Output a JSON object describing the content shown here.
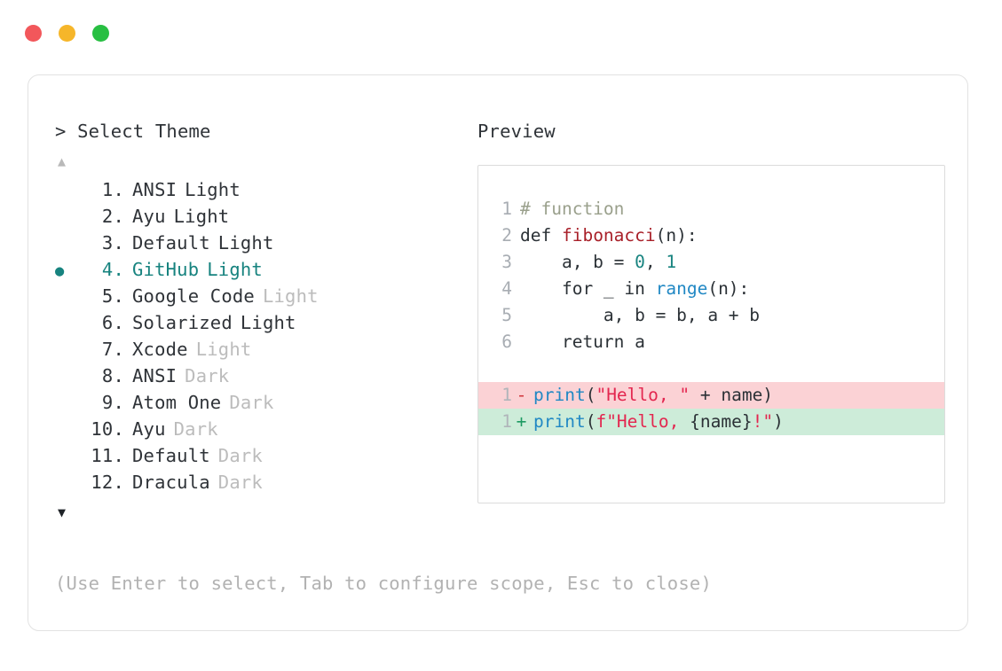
{
  "window": {
    "traffic_lights": [
      {
        "name": "close",
        "color": "#f2575b"
      },
      {
        "name": "minimize",
        "color": "#f6b62a"
      },
      {
        "name": "maximize",
        "color": "#28bf42"
      }
    ]
  },
  "left": {
    "prompt": "> Select Theme",
    "scroll_up": "▲",
    "scroll_down": "▼",
    "selected_index": 4,
    "bullet": "●",
    "items": [
      {
        "num": "1.",
        "name": "ANSI",
        "variant": "Light",
        "variant_muted": false,
        "selected": false
      },
      {
        "num": "2.",
        "name": "Ayu",
        "variant": "Light",
        "variant_muted": false,
        "selected": false
      },
      {
        "num": "3.",
        "name": "Default",
        "variant": "Light",
        "variant_muted": false,
        "selected": false
      },
      {
        "num": "4.",
        "name": "GitHub",
        "variant": "Light",
        "variant_muted": false,
        "selected": true
      },
      {
        "num": "5.",
        "name": "Google Code",
        "variant": "Light",
        "variant_muted": true,
        "selected": false
      },
      {
        "num": "6.",
        "name": "Solarized",
        "variant": "Light",
        "variant_muted": false,
        "selected": false
      },
      {
        "num": "7.",
        "name": "Xcode",
        "variant": "Light",
        "variant_muted": true,
        "selected": false
      },
      {
        "num": "8.",
        "name": "ANSI",
        "variant": "Dark",
        "variant_muted": true,
        "selected": false
      },
      {
        "num": "9.",
        "name": "Atom One",
        "variant": "Dark",
        "variant_muted": true,
        "selected": false
      },
      {
        "num": "10.",
        "name": "Ayu",
        "variant": "Dark",
        "variant_muted": true,
        "selected": false
      },
      {
        "num": "11.",
        "name": "Default",
        "variant": "Dark",
        "variant_muted": true,
        "selected": false
      },
      {
        "num": "12.",
        "name": "Dracula",
        "variant": "Dark",
        "variant_muted": true,
        "selected": false
      }
    ]
  },
  "right": {
    "label": "Preview",
    "code_lines": [
      {
        "ln": "1",
        "tokens": [
          {
            "t": "# function",
            "c": "t-comment"
          }
        ]
      },
      {
        "ln": "2",
        "tokens": [
          {
            "t": "def ",
            "c": "t-kw"
          },
          {
            "t": "fibonacci",
            "c": "t-func"
          },
          {
            "t": "(n):",
            "c": "t-plain"
          }
        ]
      },
      {
        "ln": "3",
        "tokens": [
          {
            "t": "    a, b = ",
            "c": "t-plain"
          },
          {
            "t": "0",
            "c": "t-num"
          },
          {
            "t": ", ",
            "c": "t-plain"
          },
          {
            "t": "1",
            "c": "t-num"
          }
        ]
      },
      {
        "ln": "4",
        "tokens": [
          {
            "t": "    for _ in ",
            "c": "t-plain"
          },
          {
            "t": "range",
            "c": "t-builtin"
          },
          {
            "t": "(n):",
            "c": "t-plain"
          }
        ]
      },
      {
        "ln": "5",
        "tokens": [
          {
            "t": "        a, b = b, a + b",
            "c": "t-plain"
          }
        ]
      },
      {
        "ln": "6",
        "tokens": [
          {
            "t": "    return a",
            "c": "t-plain"
          }
        ]
      }
    ],
    "diff_lines": [
      {
        "ln": "1",
        "sign": "-",
        "kind": "minus",
        "tokens": [
          {
            "t": "print",
            "c": "t-builtin"
          },
          {
            "t": "(",
            "c": "t-plain"
          },
          {
            "t": "\"Hello, \"",
            "c": "t-str"
          },
          {
            "t": " + name)",
            "c": "t-plain"
          }
        ]
      },
      {
        "ln": "1",
        "sign": "+",
        "kind": "plus",
        "tokens": [
          {
            "t": "print",
            "c": "t-builtin"
          },
          {
            "t": "(",
            "c": "t-plain"
          },
          {
            "t": "f\"Hello, ",
            "c": "t-str"
          },
          {
            "t": "{name}",
            "c": "t-plain"
          },
          {
            "t": "!\"",
            "c": "t-str"
          },
          {
            "t": ")",
            "c": "t-plain"
          }
        ]
      }
    ]
  },
  "footer": {
    "hint": "(Use Enter to select, Tab to configure scope, Esc to close)"
  },
  "colors": {
    "accent_teal": "#17837f",
    "diff_add_bg": "#cdecd9",
    "diff_del_bg": "#fbd2d5",
    "muted_text": "#bcbcbc",
    "body_text": "#2f3338"
  }
}
